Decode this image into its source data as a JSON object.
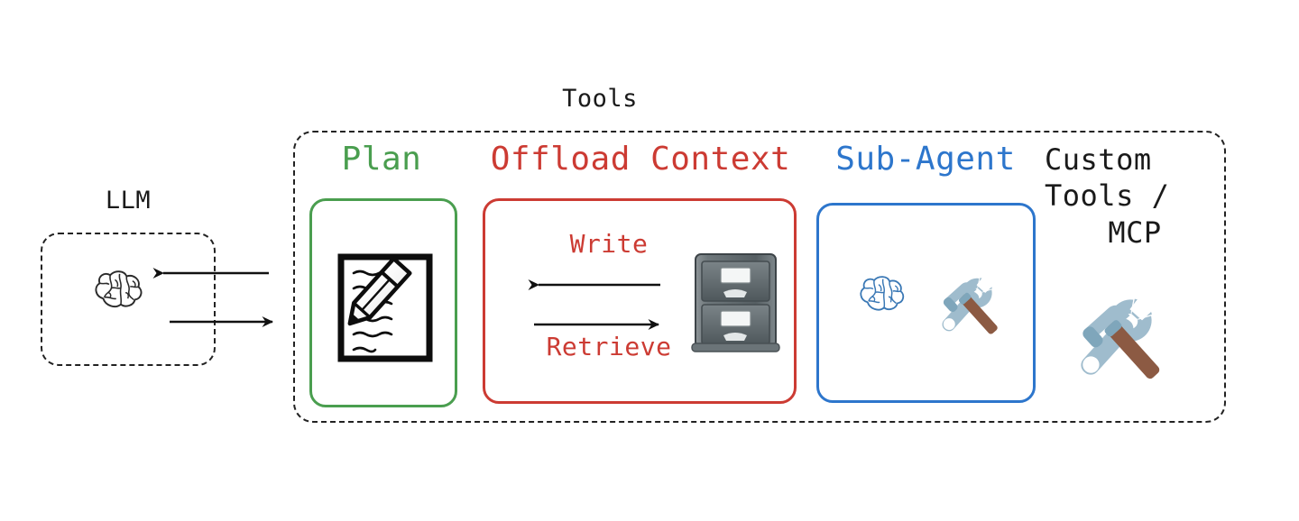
{
  "diagram": {
    "title": "Tools",
    "llm": {
      "label": "LLM",
      "icon": "brain-icon"
    },
    "arrows_llm": [
      {
        "name": "tools-to-llm-arrow",
        "direction": "left"
      },
      {
        "name": "llm-to-tools-arrow",
        "direction": "right"
      }
    ],
    "tools": [
      {
        "key": "plan",
        "label": "Plan",
        "color": "#4a9e4f",
        "boxed": true,
        "icon": "memo-pencil-icon"
      },
      {
        "key": "offload_context",
        "label": "Offload Context",
        "color": "#cc3b33",
        "boxed": true,
        "icon": "file-cabinet-icon",
        "arrows": [
          {
            "name": "write-arrow",
            "label": "Write",
            "direction": "left"
          },
          {
            "name": "retrieve-arrow",
            "label": "Retrieve",
            "direction": "right"
          }
        ]
      },
      {
        "key": "sub_agent",
        "label": "Sub-Agent",
        "color": "#2d76cc",
        "boxed": true,
        "icons": [
          "brain-icon",
          "hammer-and-wrench-icon"
        ]
      },
      {
        "key": "custom_tools",
        "label_lines": [
          "Custom",
          "Tools /",
          "MCP"
        ],
        "color": "#1a1a1a",
        "boxed": false,
        "icon": "hammer-and-wrench-icon"
      }
    ]
  }
}
